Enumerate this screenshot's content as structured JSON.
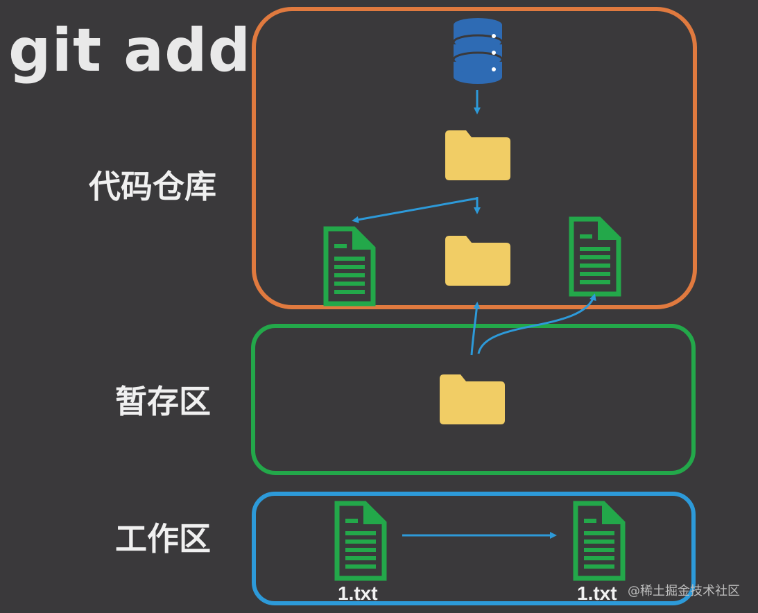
{
  "title": "git add",
  "zones": {
    "repository": {
      "label": "代码仓库",
      "color": "#e07a3f"
    },
    "staging": {
      "label": "暂存区",
      "color": "#23a84a"
    },
    "working": {
      "label": "工作区",
      "color": "#2d9ad9"
    }
  },
  "working_files": {
    "left": "1.txt",
    "right": "1.txt"
  },
  "watermark": "@稀土掘金技术社区",
  "colors": {
    "background": "#3a393b",
    "folder": "#f1cd65",
    "file": "#23a84a",
    "arrow": "#2d9ad9",
    "database": "#2e6bb4"
  },
  "icons": [
    "database-icon",
    "folder-icon",
    "file-icon",
    "arrow"
  ]
}
